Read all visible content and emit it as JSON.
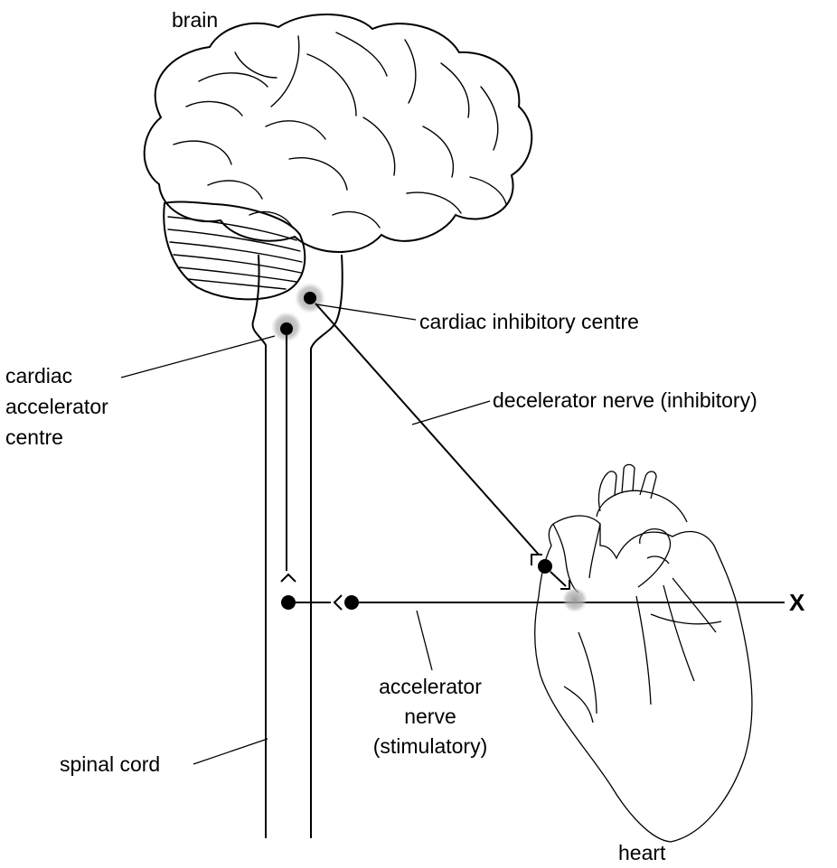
{
  "labels": {
    "brain": "brain",
    "cardiac_inhibitory_centre": "cardiac inhibitory centre",
    "cardiac_accelerator_centre": [
      "cardiac",
      "accelerator",
      "centre"
    ],
    "decelerator_nerve": "decelerator nerve (inhibitory)",
    "accelerator_nerve": [
      "accelerator",
      "nerve",
      "(stimulatory)"
    ],
    "spinal_cord": "spinal cord",
    "heart": "heart",
    "x_marker": "X"
  },
  "colors": {
    "ink": "#000000",
    "centre_halo": "#9a9a9a",
    "background": "#ffffff"
  }
}
